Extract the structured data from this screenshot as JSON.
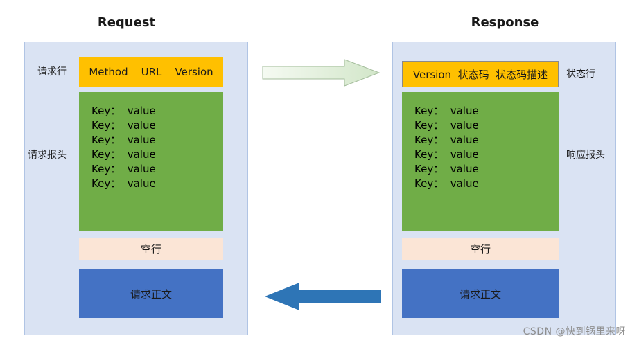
{
  "titles": {
    "request": "Request",
    "response": "Response"
  },
  "request": {
    "line_label": "请求行",
    "line_content": "Method    URL    Version",
    "headers_label": "请求报头",
    "header_rows": [
      "Key：  value",
      "Key：  value",
      "Key：  value",
      "Key：  value",
      "Key：  value",
      "Key：  value"
    ],
    "empty_line": "空行",
    "body": "请求正文"
  },
  "response": {
    "line_label": "状态行",
    "line_content": "Version  状态码  状态码描述",
    "headers_label": "响应报头",
    "header_rows": [
      "Key：  value",
      "Key：  value",
      "Key：  value",
      "Key：  value",
      "Key：  value",
      "Key：  value"
    ],
    "empty_line": "空行",
    "body": "请求正文"
  },
  "watermark": "CSDN @快到锅里来呀",
  "colors": {
    "panel_background": "#dae3f3",
    "line_box": "#ffc000",
    "headers_box": "#70ad47",
    "empty_line_box": "#fbe5d6",
    "body_box": "#4472c4",
    "request_arrow": "#e3efdc",
    "response_arrow": "#2e75b6"
  }
}
